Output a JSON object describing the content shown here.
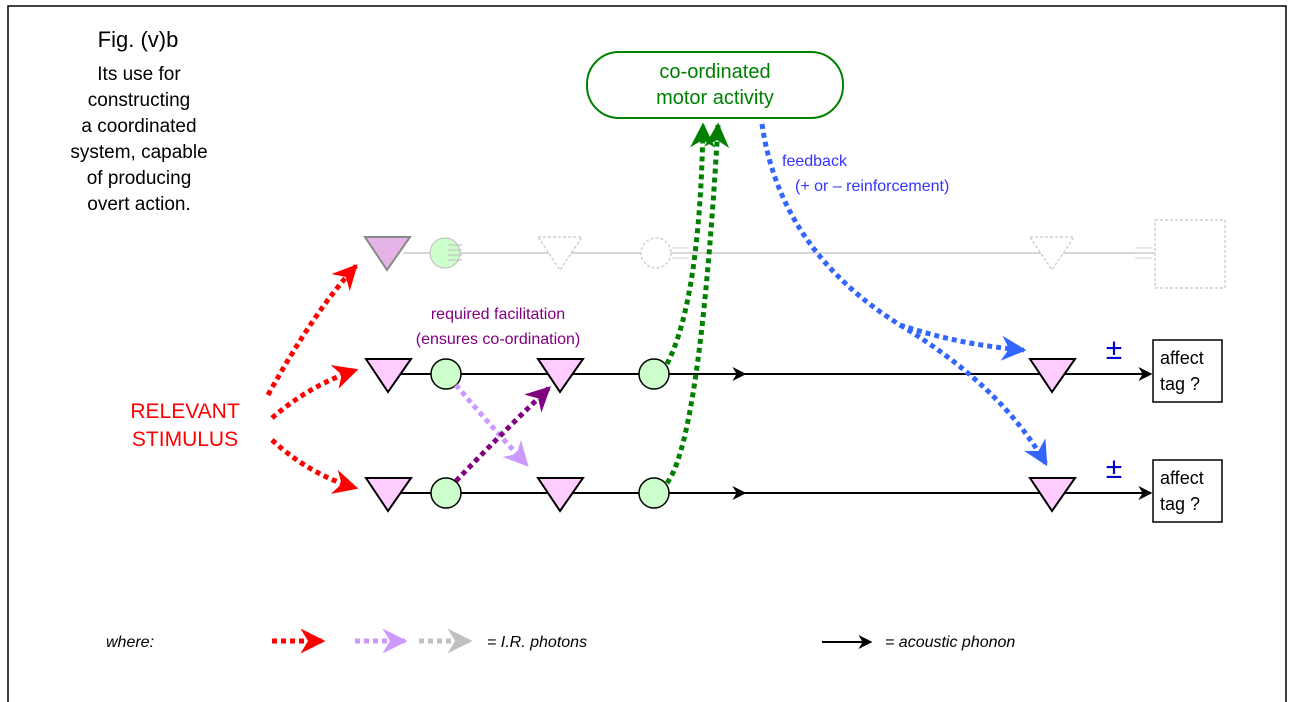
{
  "figure": {
    "title": "Fig. (v)b",
    "caption_lines": [
      "Its use for",
      "constructing",
      "a coordinated",
      "system, capable",
      "of producing",
      "overt action."
    ]
  },
  "motor_box": {
    "lines": [
      "co-ordinated",
      "motor activity"
    ]
  },
  "feedback": {
    "lines": [
      "feedback",
      "(+ or – reinforcement)"
    ]
  },
  "facilitation": {
    "lines": [
      "required facilitation",
      "(ensures co-ordination)"
    ]
  },
  "stimulus": {
    "lines": [
      "RELEVANT",
      "STIMULUS"
    ]
  },
  "affect_boxes": [
    {
      "lines": [
        "affect",
        "tag ?"
      ]
    },
    {
      "lines": [
        "affect",
        "tag ?"
      ]
    }
  ],
  "plus_minus": "±",
  "legend": {
    "where": "where:",
    "photons": "= I.R.  photons",
    "phonon": "= acoustic phonon"
  },
  "colors": {
    "stimulus": "#ff0000",
    "motor": "#008000",
    "feedback": "#3366ff",
    "facilitation_text": "#800080",
    "facilitation_dark": "#800080",
    "facilitation_light": "#cc99ff",
    "photon_grey": "#c0c0c0",
    "neuron_fill": "#ffccff",
    "node_fill": "#ccffcc",
    "pm": "#0000cc"
  }
}
